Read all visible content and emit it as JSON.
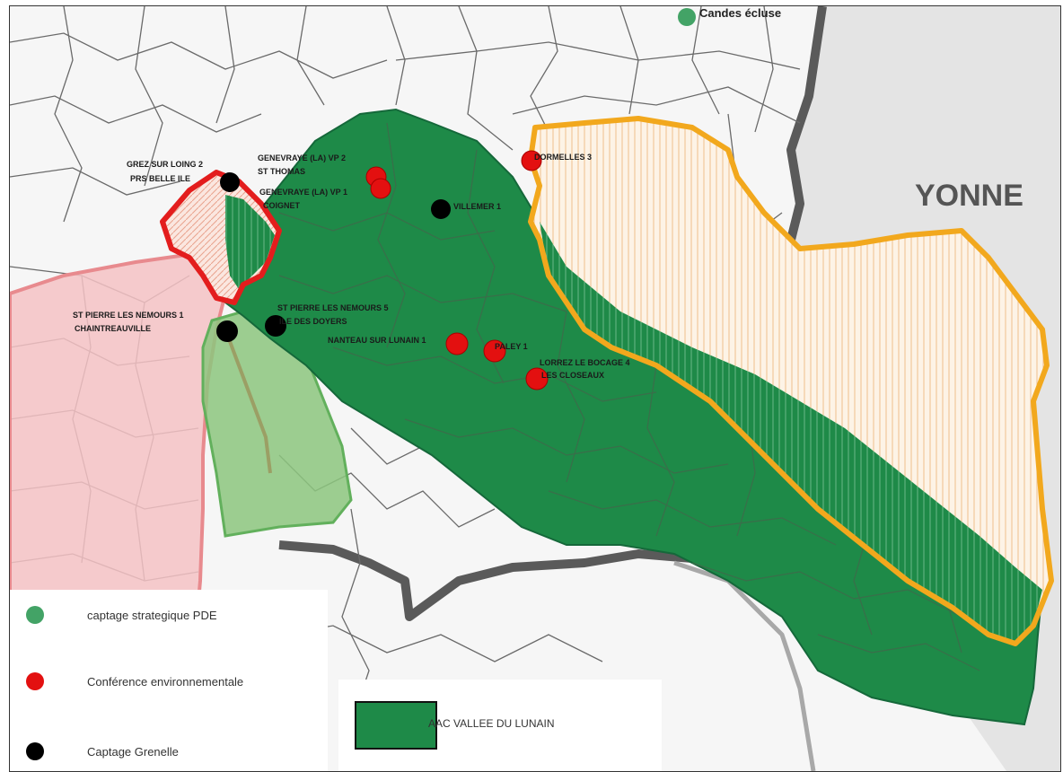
{
  "map": {
    "department_label": "YONNE",
    "top_label": "Candes écluse",
    "colors": {
      "aac_green": "#1e8a48",
      "red_zone": "#e53030",
      "orange_zone": "#f2a81d",
      "pink_zone": "#f4c2c4",
      "light_green_zone": "#8cc67e",
      "strategic_green": "#43a366",
      "boundary_gray": "#555555"
    },
    "markers": [
      {
        "label": "GREZ SUR LOING 2",
        "type": "grenelle"
      },
      {
        "label": "PRS BELLE ILE",
        "type": "none"
      },
      {
        "label": "GENEVRAYE (LA) VP 2",
        "type": "environnementale"
      },
      {
        "label": "ST THOMAS",
        "type": "none"
      },
      {
        "label": "GENEVRAYE (LA) VP 1",
        "type": "environnementale"
      },
      {
        "label": "COIGNET",
        "type": "none"
      },
      {
        "label": "VILLEMER 1",
        "type": "grenelle"
      },
      {
        "label": "DORMELLES 3",
        "type": "environnementale"
      },
      {
        "label": "ST PIERRE LES NEMOURS 1",
        "type": "grenelle"
      },
      {
        "label": "CHAINTREAUVILLE",
        "type": "none"
      },
      {
        "label": "ST PIERRE LES NEMOURS 5",
        "type": "grenelle"
      },
      {
        "label": "ILE DES DOYERS",
        "type": "none"
      },
      {
        "label": "NANTEAU SUR LUNAIN 1",
        "type": "environnementale"
      },
      {
        "label": "PALEY 1",
        "type": "environnementale"
      },
      {
        "label": "LORREZ LE BOCAGE 4",
        "type": "environnementale"
      },
      {
        "label": "LES CLOSEAUX",
        "type": "none"
      }
    ]
  },
  "legend": {
    "items": [
      {
        "label": "captage strategique PDE",
        "color": "#43a366"
      },
      {
        "label": "Conférence environnementale",
        "color": "#e31010"
      },
      {
        "label": "Captage Grenelle",
        "color": "#000000"
      }
    ],
    "area": {
      "label": "AAC VALLEE DU LUNAIN",
      "color": "#1e8a48"
    }
  }
}
